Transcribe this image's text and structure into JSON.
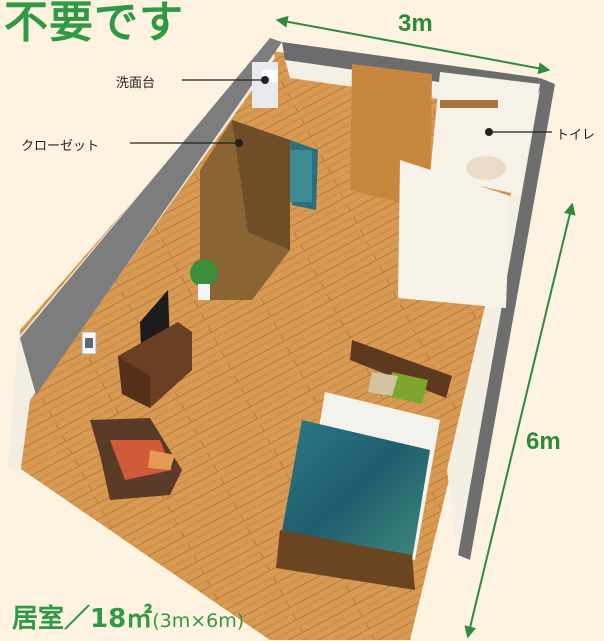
{
  "heading": "不要です",
  "dimensions": {
    "width": "3m",
    "depth": "6m"
  },
  "labels": {
    "washbasin": "洗面台",
    "closet": "クローゼット",
    "toilet": "トイレ"
  },
  "caption": {
    "main": "居室／18㎡",
    "sub": "(3m×6m)"
  },
  "colors": {
    "accent": "#2f9a44",
    "background": "#fdf3e0",
    "floor": "#d9a05a",
    "wall": "#f3efe3"
  }
}
